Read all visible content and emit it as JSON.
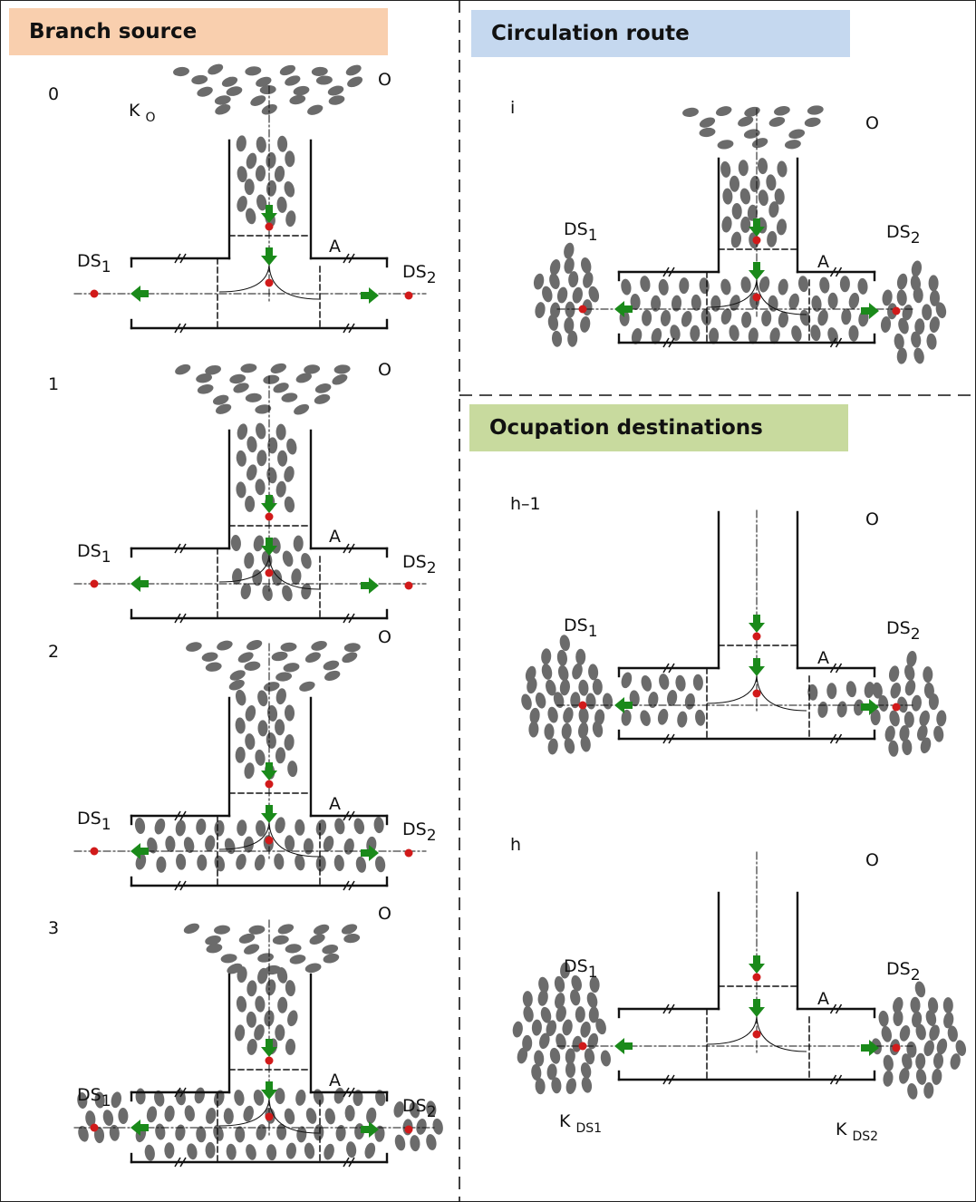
{
  "headers": {
    "branch": "Branch source",
    "circulation": "Circulation route",
    "occupation": "Ocupation destinations"
  },
  "symbols": {
    "origin": "O",
    "area": "A",
    "ds_base": "DS",
    "ds1_sub": "1",
    "ds2_sub": "2",
    "k_base": "K",
    "ko_sub": "O",
    "kds1_sub": "DS1",
    "kds2_sub": "DS2"
  },
  "panels": [
    {
      "id": "0",
      "stage": "0"
    },
    {
      "id": "1",
      "stage": "1"
    },
    {
      "id": "2",
      "stage": "2"
    },
    {
      "id": "3",
      "stage": "3"
    },
    {
      "id": "i",
      "stage": "i"
    },
    {
      "id": "h-1",
      "stage": "h–1"
    },
    {
      "id": "h",
      "stage": "h"
    }
  ],
  "colors": {
    "particle": "#6b6b6b",
    "arrow": "#1a8a1a",
    "node": "#d11a1a",
    "wall": "#111111",
    "branch_header": "#F9CFAE",
    "circulation_header": "#C5D8EF",
    "occupation_header": "#C8DA9E"
  },
  "icons": {
    "flow_arrow": "green-arrow-icon",
    "node": "red-dot-icon",
    "particle": "grey-ellipse"
  }
}
